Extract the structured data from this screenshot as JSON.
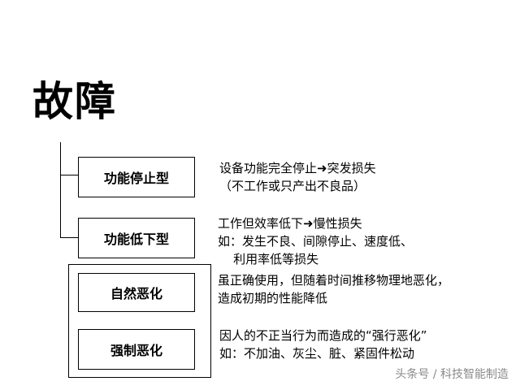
{
  "title": "故障",
  "nodes": [
    {
      "label": "功能停止型",
      "desc": [
        "设备功能完全停止➜突发损失",
        "（不工作或只产出不良品）"
      ]
    },
    {
      "label": "功能低下型",
      "desc": [
        "工作但效率低下➜慢性损失",
        "如：发生不良、间隙停止、速度低、",
        "    利用率低等损失"
      ]
    },
    {
      "label": "自然恶化",
      "desc": [
        "虽正确使用，但随着时间推移物理地恶化，",
        "造成初期的性能降低"
      ]
    },
    {
      "label": "强制恶化",
      "desc": [
        "因人的不正当行为而造成的“强行恶化”",
        "如：不加油、灰尘、脏、紧固件松动"
      ]
    }
  ],
  "watermark": "头条号 / 科技智能制造"
}
